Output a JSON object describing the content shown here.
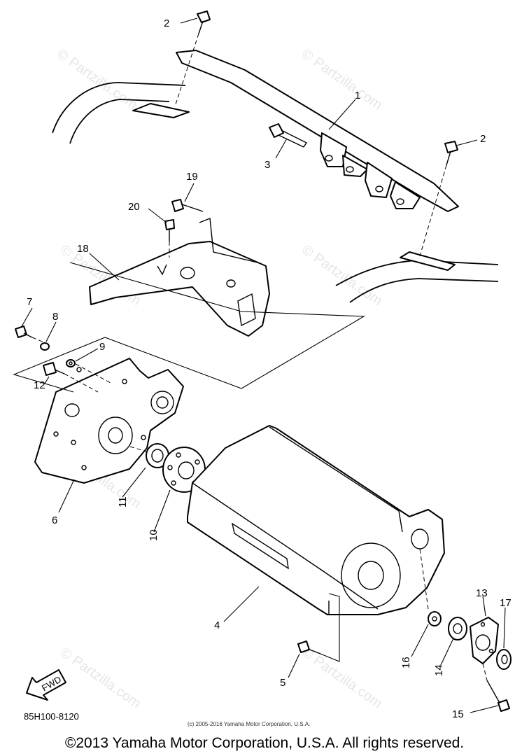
{
  "diagram": {
    "callouts": {
      "p1": "1",
      "p2a": "2",
      "p2b": "2",
      "p3": "3",
      "p4": "4",
      "p5": "5",
      "p6": "6",
      "p7": "7",
      "p8": "8",
      "p9": "9",
      "p10": "10",
      "p11": "11",
      "p12": "12",
      "p13": "13",
      "p14": "14",
      "p15": "15",
      "p16": "16",
      "p17": "17",
      "p18": "18",
      "p19": "19",
      "p20": "20"
    },
    "fwd_label": "FWD",
    "diagram_code": "85H100-8120",
    "small_copyright": "(c) 2005-2016 Yamaha Motor Corporation, U.S.A.",
    "watermark": "© Partzilla.com"
  },
  "footer": {
    "copyright": "©2013 Yamaha Motor Corporation, U.S.A. All rights reserved."
  }
}
